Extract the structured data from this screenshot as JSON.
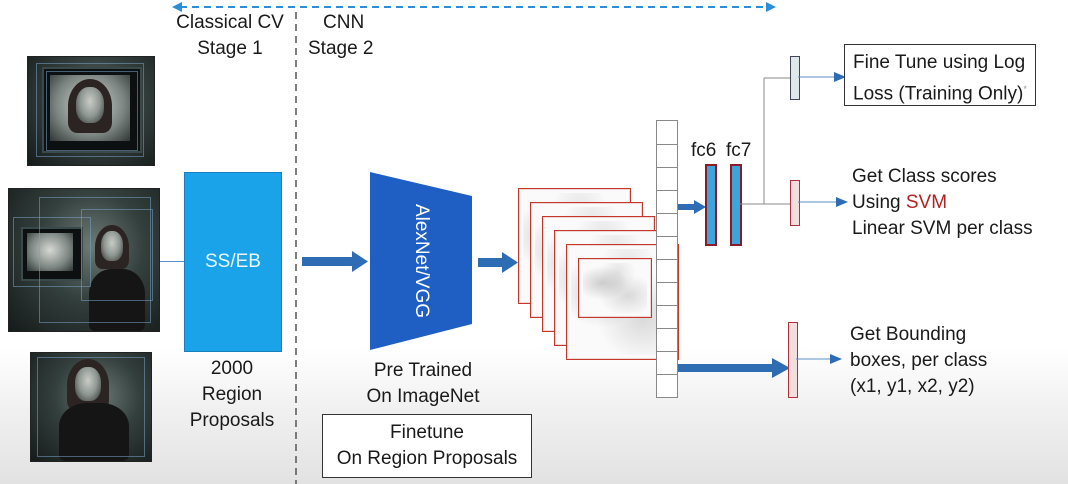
{
  "stage1": {
    "title": "Classical CV",
    "subtitle": "Stage 1"
  },
  "stage2": {
    "title": "CNN",
    "subtitle": "Stage 2"
  },
  "ssbox": {
    "label": "SS/EB"
  },
  "proposals": {
    "line1": "2000",
    "line2": "Region",
    "line3": "Proposals"
  },
  "cnn": {
    "label": "AlexNet/VGG",
    "caption_line1": "Pre Trained",
    "caption_line2": "On ImageNet"
  },
  "finetune_box": {
    "line1": "Finetune",
    "line2": "On Region Proposals"
  },
  "fc_labels": {
    "fc6": "fc6",
    "fc7": "fc7"
  },
  "outputs": {
    "finetune": {
      "line1": "Fine Tune using Log",
      "line2": "Loss (Training Only)",
      "mark": "*"
    },
    "class_scores": {
      "line1": "Get Class scores",
      "line2_prefix": "Using ",
      "line2_highlight": "SVM",
      "line3": "Linear SVM per class"
    },
    "bbox": {
      "line1": "Get Bounding",
      "line2": "boxes, per class",
      "line3": "(x1, y1, x2, y2)"
    }
  },
  "colors": {
    "box_blue": "#1aa3e8",
    "arrow_blue": "#2e6db4",
    "trapezoid_blue": "#1f5fc4",
    "svm_red": "#b22222",
    "fc_fill": "#3da5d9",
    "fc_border": "#8b1a2b"
  },
  "icons": {
    "photos": [
      "tv-woman-photo",
      "room-woman-photo",
      "woman-seated-photo"
    ]
  }
}
